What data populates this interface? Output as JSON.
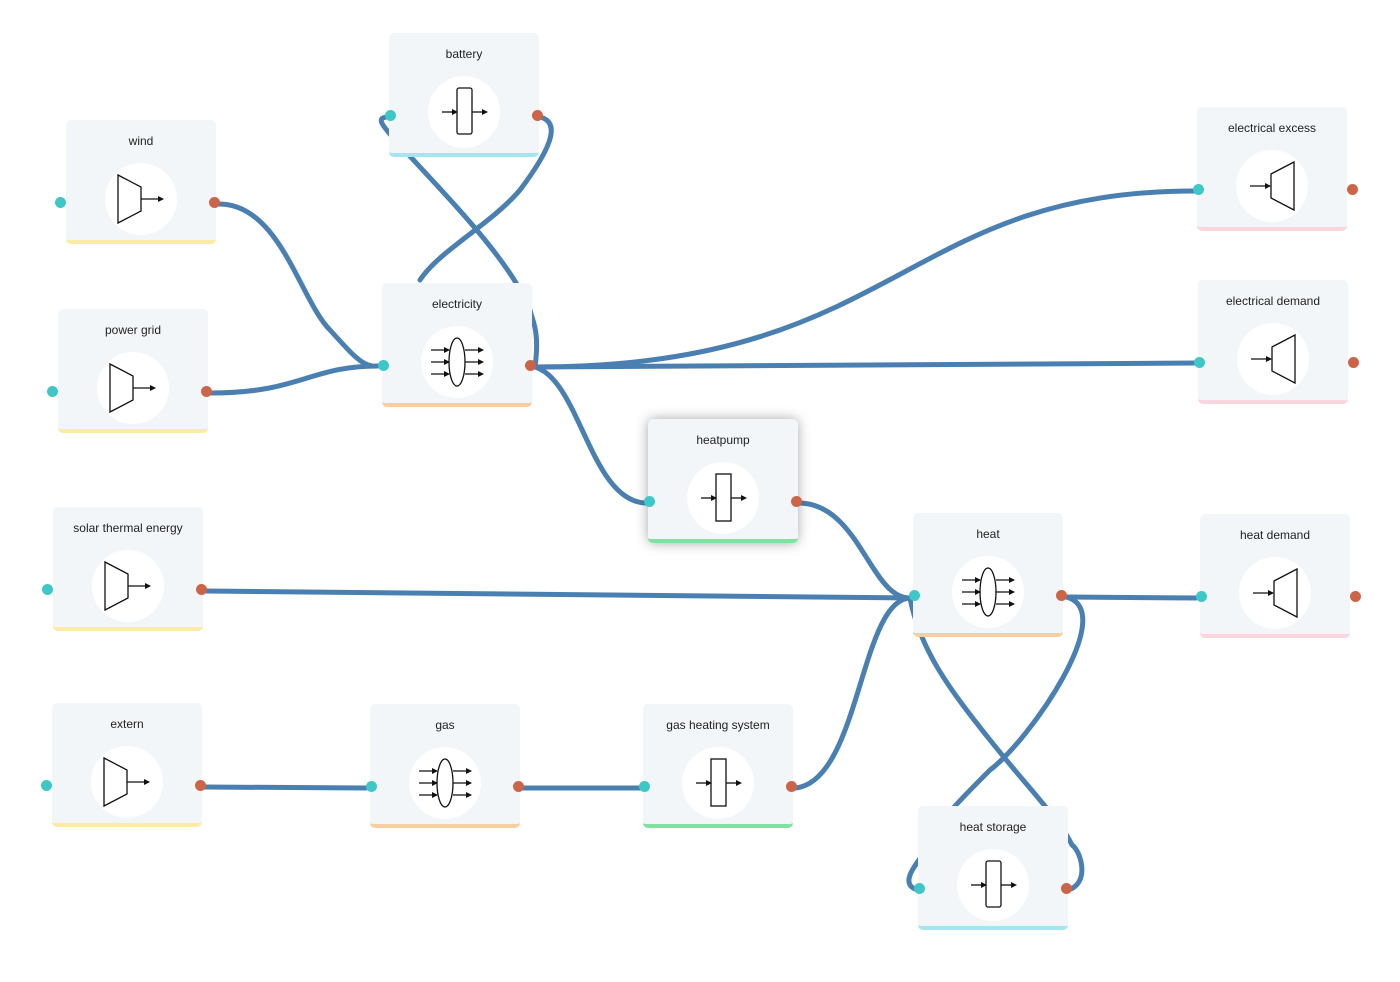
{
  "diagram": {
    "nodes": [
      {
        "id": "battery",
        "label": "battery",
        "kind": "storage"
      },
      {
        "id": "wind",
        "label": "wind",
        "kind": "source"
      },
      {
        "id": "electrical_excess",
        "label": "electrical excess",
        "kind": "sink"
      },
      {
        "id": "power_grid",
        "label": "power grid",
        "kind": "source"
      },
      {
        "id": "electricity",
        "label": "electricity",
        "kind": "bus"
      },
      {
        "id": "electrical_demand",
        "label": "electrical demand",
        "kind": "sink"
      },
      {
        "id": "heatpump",
        "label": "heatpump",
        "kind": "transformer",
        "selected": true
      },
      {
        "id": "solar_thermal",
        "label": "solar thermal energy",
        "kind": "source"
      },
      {
        "id": "heat",
        "label": "heat",
        "kind": "bus"
      },
      {
        "id": "heat_demand",
        "label": "heat demand",
        "kind": "sink"
      },
      {
        "id": "extern",
        "label": "extern",
        "kind": "source"
      },
      {
        "id": "gas",
        "label": "gas",
        "kind": "bus"
      },
      {
        "id": "gas_heating",
        "label": "gas heating system",
        "kind": "transformer"
      },
      {
        "id": "heat_storage",
        "label": "heat storage",
        "kind": "storage"
      }
    ],
    "edges": [
      {
        "from": "wind",
        "to": "electricity"
      },
      {
        "from": "power_grid",
        "to": "electricity"
      },
      {
        "from": "electricity",
        "to": "battery"
      },
      {
        "from": "battery",
        "to": "electricity"
      },
      {
        "from": "electricity",
        "to": "electrical_excess"
      },
      {
        "from": "electricity",
        "to": "electrical_demand"
      },
      {
        "from": "electricity",
        "to": "heatpump"
      },
      {
        "from": "heatpump",
        "to": "heat"
      },
      {
        "from": "solar_thermal",
        "to": "heat"
      },
      {
        "from": "extern",
        "to": "gas"
      },
      {
        "from": "gas",
        "to": "gas_heating"
      },
      {
        "from": "gas_heating",
        "to": "heat"
      },
      {
        "from": "heat",
        "to": "heat_demand"
      },
      {
        "from": "heat",
        "to": "heat_storage"
      },
      {
        "from": "heat_storage",
        "to": "heat"
      }
    ]
  },
  "colors": {
    "edge": "#4a7fb2",
    "port_in": "#3ec7c7",
    "port_out": "#cc6448",
    "source": "#fbeba5",
    "bus": "#f5cfa1",
    "storage": "#a4e6f0",
    "sink": "#fbd5dc",
    "transformer": "#7ee3a0"
  },
  "icons": {
    "source": "source-trapezoid-icon",
    "sink": "sink-trapezoid-icon",
    "bus": "bus-ellipse-icon",
    "storage": "storage-box-icon",
    "transformer": "transformer-box-icon"
  }
}
